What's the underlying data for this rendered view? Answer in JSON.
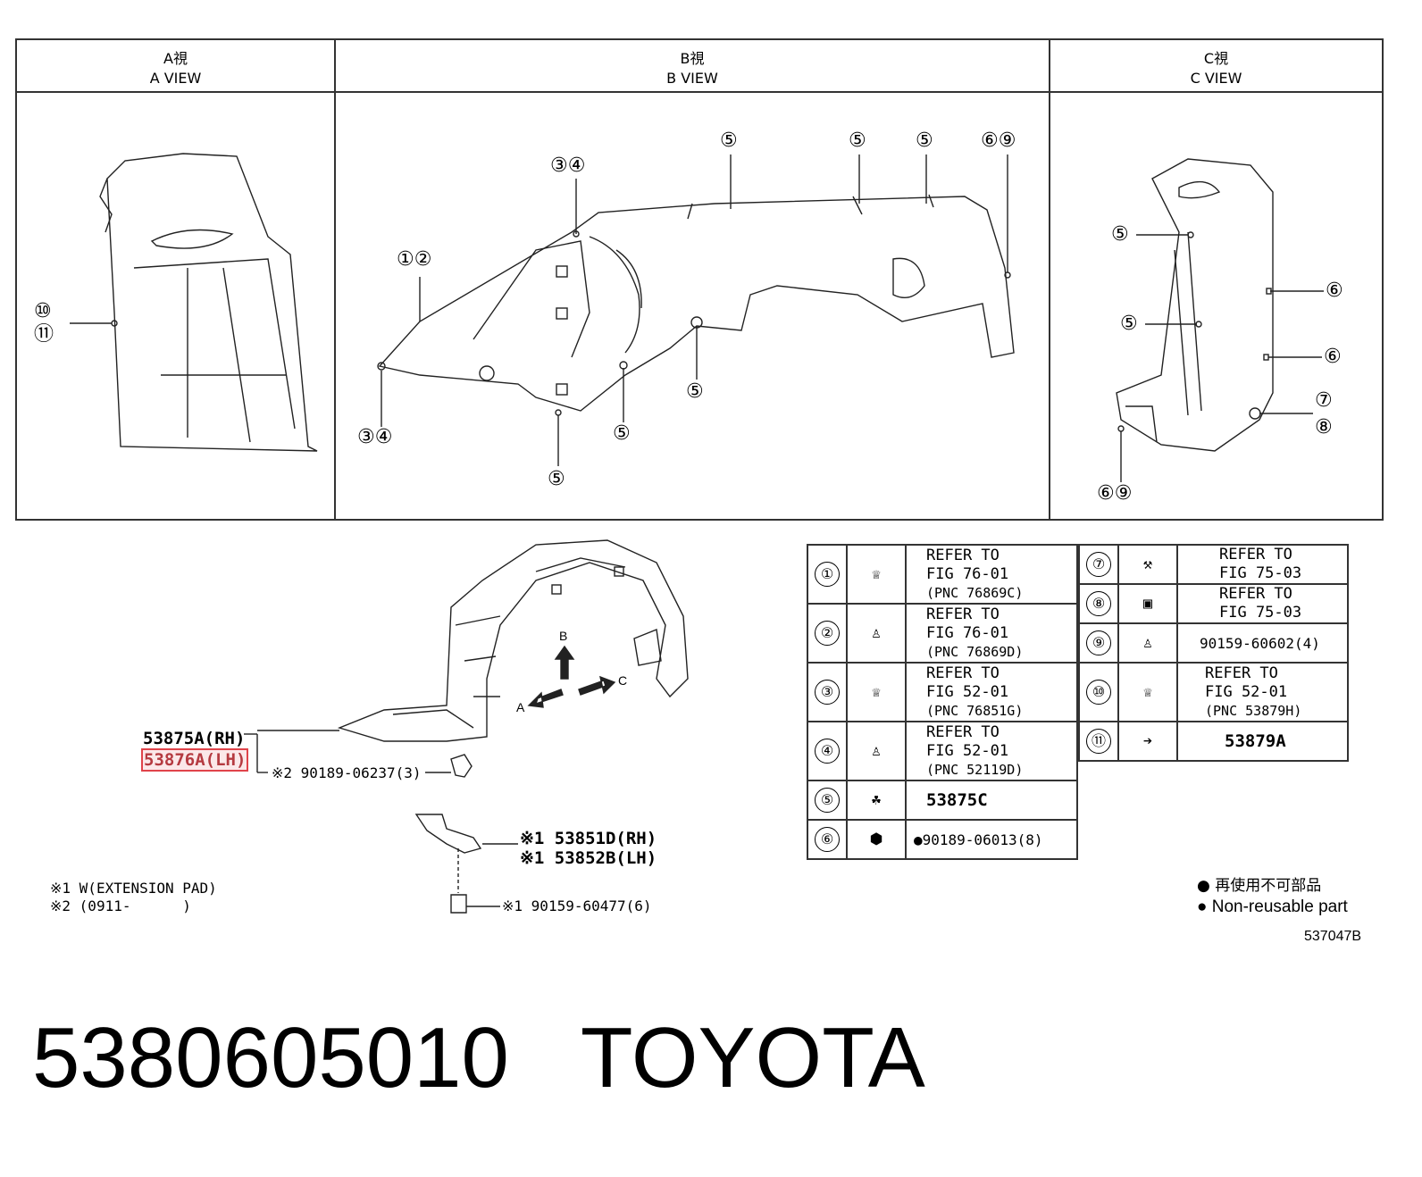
{
  "views": [
    {
      "jp": "A視",
      "en": "A VIEW"
    },
    {
      "jp": "B視",
      "en": "B VIEW"
    },
    {
      "jp": "C視",
      "en": "C VIEW"
    }
  ],
  "a_view_callouts": [
    "⑩",
    "⑪"
  ],
  "b_view_callouts": [
    "①②",
    "③④",
    "③④",
    "⑤",
    "⑤",
    "⑤",
    "⑤",
    "⑤",
    "⑤",
    "⑥⑨"
  ],
  "c_view_callouts": [
    "⑤",
    "⑤",
    "⑥",
    "⑥",
    "⑦",
    "⑧",
    "⑥⑨"
  ],
  "main_part": {
    "rh": "53875A(RH)",
    "lh": "53876A(LH)",
    "clip": "※2 90189-06237(3)",
    "pad_rh": "※1 53851D(RH)",
    "pad_lh": "※1 53852B(LH)",
    "screw": "※1 90159-60477(6)",
    "dir_a": "A",
    "dir_b": "B",
    "dir_c": "C"
  },
  "notes": [
    "※1 W(EXTENSION PAD)",
    "※2 (0911-      )"
  ],
  "parts_left": [
    {
      "num": "①",
      "lines": [
        "REFER TO",
        "FIG 76-01",
        "(PNC 76869C)"
      ]
    },
    {
      "num": "②",
      "lines": [
        "REFER TO",
        "FIG 76-01",
        "(PNC 76869D)"
      ]
    },
    {
      "num": "③",
      "lines": [
        "REFER TO",
        "FIG 52-01",
        "(PNC 76851G)"
      ]
    },
    {
      "num": "④",
      "lines": [
        "REFER TO",
        "FIG 52-01",
        "(PNC 52119D)"
      ]
    },
    {
      "num": "⑤",
      "lines": [
        "53875C"
      ]
    },
    {
      "num": "⑥",
      "lines": [
        "●90189-06013(8)"
      ]
    }
  ],
  "parts_right": [
    {
      "num": "⑦",
      "lines": [
        "REFER TO",
        "FIG 75-03"
      ]
    },
    {
      "num": "⑧",
      "lines": [
        "REFER TO",
        "FIG 75-03"
      ]
    },
    {
      "num": "⑨",
      "lines": [
        "90159-60602(4)"
      ]
    },
    {
      "num": "⑩",
      "lines": [
        "REFER TO",
        "FIG 52-01",
        "(PNC 53879H)"
      ]
    },
    {
      "num": "⑪",
      "lines": [
        "53879A"
      ]
    }
  ],
  "legend": [
    "● 再使用不可部品",
    "● Non-reusable part"
  ],
  "drawing_number": "537047B",
  "part_number": "5380605010",
  "brand": "TOYOTA",
  "highlight_color": "#e0434a"
}
